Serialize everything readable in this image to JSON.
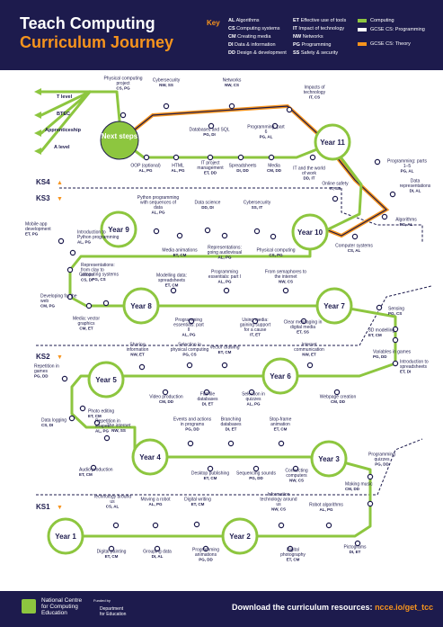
{
  "header": {
    "title_line1": "Teach Computing",
    "title_line2": "Curriculum Journey",
    "key_label": "Key",
    "key": [
      {
        "code": "AL",
        "text": "Algorithms"
      },
      {
        "code": "CS",
        "text": "Computing systems"
      },
      {
        "code": "CM",
        "text": "Creating media"
      },
      {
        "code": "DI",
        "text": "Data & information"
      },
      {
        "code": "DD",
        "text": "Design & development"
      },
      {
        "code": "ET",
        "text": "Effective use of tools"
      },
      {
        "code": "IT",
        "text": "Impact of technology"
      },
      {
        "code": "NW",
        "text": "Networks"
      },
      {
        "code": "PG",
        "text": "Programming"
      },
      {
        "code": "SS",
        "text": "Safety & security"
      }
    ],
    "legend": [
      {
        "label": "Computing",
        "color": "#8dc63f"
      },
      {
        "label": "GCSE CS: Programming",
        "color": "#ffffff"
      },
      {
        "label": "GCSE CS: Theory",
        "color": "#f7941d"
      }
    ]
  },
  "stages": {
    "ks4": "KS4",
    "ks3": "KS3",
    "ks2": "KS2",
    "ks1": "KS1"
  },
  "years": {
    "next": "Next steps",
    "y11": "Year 11",
    "y10": "Year 10",
    "y9": "Year 9",
    "y8": "Year 8",
    "y7": "Year 7",
    "y6": "Year 6",
    "y5": "Year 5",
    "y4": "Year 4",
    "y3": "Year 3",
    "y2": "Year 2",
    "y1": "Year 1"
  },
  "exits": {
    "t_level": "T level",
    "btec": "BTEC",
    "apprenticeship": "Apprenticeship",
    "a_level": "A level"
  },
  "units": {
    "u01": {
      "label": "Physical computing project",
      "codes": "CS, PG"
    },
    "u02": {
      "label": "Cybersecurity",
      "codes": "NW, SS"
    },
    "u03": {
      "label": "Networks",
      "codes": "NW, CS"
    },
    "u04": {
      "label": "Impacts of technology",
      "codes": "IT, CS"
    },
    "u05": {
      "label": "Databases and SQL",
      "codes": "PG, DI"
    },
    "u06": {
      "label": "Programming: part 6",
      "codes": "PG, AL"
    },
    "u07": {
      "label": "OOP (optional)",
      "codes": "AL, PG"
    },
    "u08": {
      "label": "HTML",
      "codes": "AL, PG"
    },
    "u09": {
      "label": "IT project management",
      "codes": "ET, DD"
    },
    "u10": {
      "label": "Spreadsheets",
      "codes": "DI, DD"
    },
    "u11": {
      "label": "Media",
      "codes": "CM, DD"
    },
    "u12": {
      "label": "IT and the world of work",
      "codes": "DD, IT"
    },
    "u13": {
      "label": "Programming: parts 1–5",
      "codes": "PG, AL"
    },
    "u14": {
      "label": "Data representations",
      "codes": "DI, AL"
    },
    "u15": {
      "label": "Online safety",
      "codes": "IT, SS"
    },
    "u16": {
      "label": "Algorithms",
      "codes": "PG, AL"
    },
    "u17": {
      "label": "Computer systems",
      "codes": "CS, AL"
    },
    "u18": {
      "label": "Python programming with sequences of data",
      "codes": "AL, PG"
    },
    "u19": {
      "label": "Data science",
      "codes": "DD, DI"
    },
    "u20": {
      "label": "Cybersecurity",
      "codes": "SS, IT"
    },
    "u21": {
      "label": "Mobile app development",
      "codes": "ET, PG"
    },
    "u22": {
      "label": "Introduction to Python programming",
      "codes": "AL, PG"
    },
    "u23": {
      "label": "Media animations",
      "codes": "ET, CM"
    },
    "u24": {
      "label": "Representations: going audiovisual",
      "codes": "AL, PG"
    },
    "u25": {
      "label": "Physical computing",
      "codes": "CS, PG"
    },
    "u26": {
      "label": "Representations: from clay to silicon",
      "codes": "CS, DI"
    },
    "u27": {
      "label": "Developing for the web",
      "codes": "CM, PG"
    },
    "u28": {
      "label": "Computing systems",
      "codes": "PG, CS"
    },
    "u29": {
      "label": "Modelling data: spreadsheets",
      "codes": "ET, CM"
    },
    "u30": {
      "label": "Programming essentials: part I",
      "codes": "AL, PG"
    },
    "u31": {
      "label": "From semaphores to the internet",
      "codes": "NW, CS"
    },
    "u32": {
      "label": "Media: vector graphics",
      "codes": "CM, ET"
    },
    "u33": {
      "label": "Programming essentials: part II",
      "codes": "AL, PG"
    },
    "u34": {
      "label": "Using media: gaining support for a cause",
      "codes": "IT, ET"
    },
    "u35": {
      "label": "Clear messaging in digital media",
      "codes": "ET, SS"
    },
    "u36": {
      "label": "Sensing",
      "codes": "PG, CS"
    },
    "u37": {
      "label": "3D modelling",
      "codes": "ET, CM"
    },
    "u38": {
      "label": "Variables in games",
      "codes": "PG, DD"
    },
    "u39": {
      "label": "Introduction to spreadsheets",
      "codes": "ET, DI"
    },
    "u40": {
      "label": "Repetition in games",
      "codes": "PG, DD"
    },
    "u41": {
      "label": "Sharing information",
      "codes": "NW, ET"
    },
    "u42": {
      "label": "Selection in physical computing",
      "codes": "PG, CS"
    },
    "u43": {
      "label": "Vector drawing",
      "codes": "ET, CM"
    },
    "u44": {
      "label": "Internet communication",
      "codes": "NW, ET"
    },
    "u45": {
      "label": "Video production",
      "codes": "CM, DD"
    },
    "u46": {
      "label": "Flat-file databases",
      "codes": "DI, ET"
    },
    "u47": {
      "label": "Selection in quizzes",
      "codes": "AL, PG"
    },
    "u48": {
      "label": "Webpage creation",
      "codes": "CM, DD"
    },
    "u49": {
      "label": "Photo editing",
      "codes": "ET, CM"
    },
    "u50": {
      "label": "Data logging",
      "codes": "CS, DI"
    },
    "u51": {
      "label": "Repetition in shapes",
      "codes": "AL, PG"
    },
    "u52": {
      "label": "The internet",
      "codes": "NW, SS"
    },
    "u53": {
      "label": "Events and actions in programs",
      "codes": "PG, DD"
    },
    "u54": {
      "label": "Branching databases",
      "codes": "DI, ET"
    },
    "u55": {
      "label": "Stop-frame animation",
      "codes": "ET, CM"
    },
    "u56": {
      "label": "Audio production",
      "codes": "ET, CM"
    },
    "u57": {
      "label": "Desktop publishing",
      "codes": "ET, CM"
    },
    "u58": {
      "label": "Sequencing sounds",
      "codes": "PG, DD"
    },
    "u59": {
      "label": "Connecting computers",
      "codes": "NW, CS"
    },
    "u60": {
      "label": "Programming quizzes",
      "codes": "PG, DD"
    },
    "u61": {
      "label": "Making music",
      "codes": "CM, DD"
    },
    "u62": {
      "label": "Technology around us",
      "codes": "CS, AL"
    },
    "u63": {
      "label": "Moving a robot",
      "codes": "AL, PG"
    },
    "u64": {
      "label": "Digital writing",
      "codes": "ET, CM"
    },
    "u65": {
      "label": "Information technology around us",
      "codes": "NW, CS"
    },
    "u66": {
      "label": "Robot algorithms",
      "codes": "AL, PG"
    },
    "u67": {
      "label": "Digital painting",
      "codes": "ET, CM"
    },
    "u68": {
      "label": "Grouping data",
      "codes": "DI, AL"
    },
    "u69": {
      "label": "Programming animations",
      "codes": "PG, DD"
    },
    "u70": {
      "label": "Digital photography",
      "codes": "ET, CM"
    },
    "u71": {
      "label": "Pictograms",
      "codes": "DI, ET"
    }
  },
  "footer": {
    "org_line1": "National Centre",
    "org_line2": "for Computing",
    "org_line3": "Education",
    "funded_by": "Funded by",
    "dfe_line1": "Department",
    "dfe_line2": "for Education",
    "download_text": "Download the curriculum resources:",
    "download_url": "ncce.io/get_tcc"
  }
}
